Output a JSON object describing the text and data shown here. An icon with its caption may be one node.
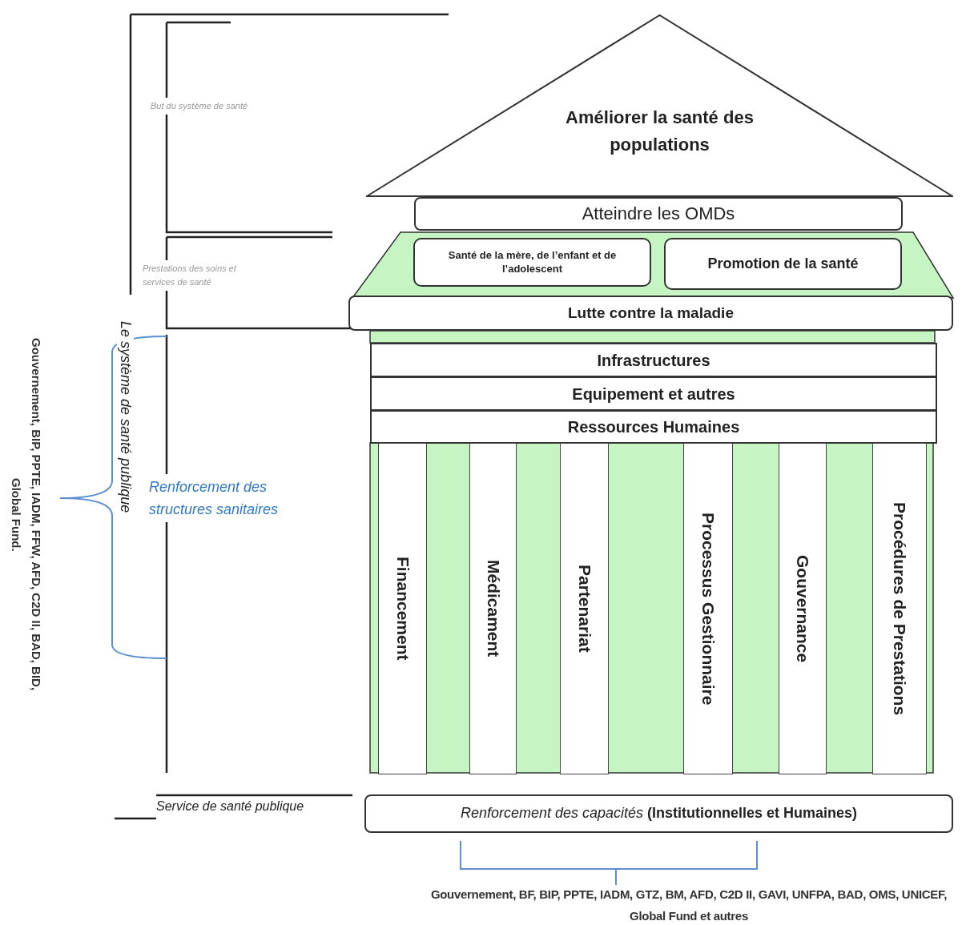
{
  "diagram": {
    "nodes": [
      {
        "text": [
          "Améliorer la santé des populations"
        ]
      },
      {
        "text": [
          "Atteindre les OMDs"
        ]
      },
      {
        "text": [
          "Santé de la mère, de l’enfant et de l’adolescent"
        ]
      },
      {
        "text": [
          "Promotion de la santé"
        ]
      },
      {
        "text": [
          "Lutte contre la maladie"
        ]
      },
      {
        "text": [
          "Infrastructures"
        ]
      },
      {
        "text": [
          "Equipement et autres"
        ]
      },
      {
        "text": [
          "Ressources Humaines"
        ]
      },
      {
        "text": [
          "Financement"
        ]
      },
      {
        "text": [
          "Médicament"
        ]
      },
      {
        "text": [
          "Partenariat"
        ]
      },
      {
        "text": [
          "Processus Gestionnaire"
        ]
      },
      {
        "text": [
          "Gouvernance"
        ]
      },
      {
        "text": [
          "Procédures de Prestations"
        ]
      },
      {
        "text": [
          "*Renforcement  des capacités* **(Institutionnelles et Humaines)**"
        ]
      }
    ],
    "labels": [
      "But du système de santé",
      "Prestations des soins et services de santé",
      "Le système de santé publique",
      "Gouvernement, BIP, PPTE, IADM, FFW, AFD, C2D II, BAD, BID, Global Fund.",
      "Renforcement des structures sanitaires",
      "Service de santé publique",
      "Gouvernement, BF, BIP, PPTE, IADM, GTZ, BM, AFD, C2D II, GAVI, UNFPA, BAD, OMS, UNICEF, Global Fund et autres"
    ]
  }
}
